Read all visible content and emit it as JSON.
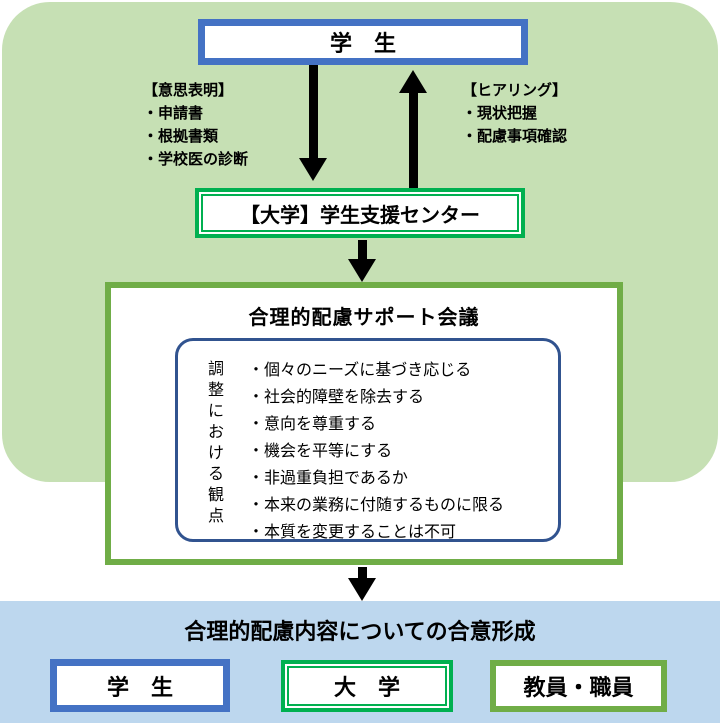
{
  "colors": {
    "background_green": "#C6E0B4",
    "band_blue": "#BDD7EE",
    "student_border_blue": "#4472C4",
    "university_border_green": "#00B050",
    "meeting_border_green": "#70AD47",
    "criteria_border_navy": "#31538F",
    "arrow_black": "#000000"
  },
  "top": {
    "student_box_label": "学　生",
    "intent_note": {
      "title": "【意思表明】",
      "items": [
        "・申請書",
        "・根拠書類",
        "・学校医の診断"
      ]
    },
    "hearing_note": {
      "title": "【ヒアリング】",
      "items": [
        "・現状把握",
        "・配慮事項確認"
      ]
    },
    "university_center_label": "【大学】学生支援センター"
  },
  "support_meeting": {
    "title": "合理的配慮サポート会議",
    "side_label": "調整における観点",
    "points": [
      "・個々のニーズに基づき応じる",
      "・社会的障壁を除去する",
      "・意向を尊重する",
      "・機会を平等にする",
      "・非過重負担であるか",
      "・本来の業務に付随するものに限る",
      "・本質を変更することは不可"
    ]
  },
  "agreement": {
    "title": "合理的配慮内容についての合意形成",
    "boxes": [
      "学　生",
      "大　学",
      "教員・職員"
    ]
  }
}
